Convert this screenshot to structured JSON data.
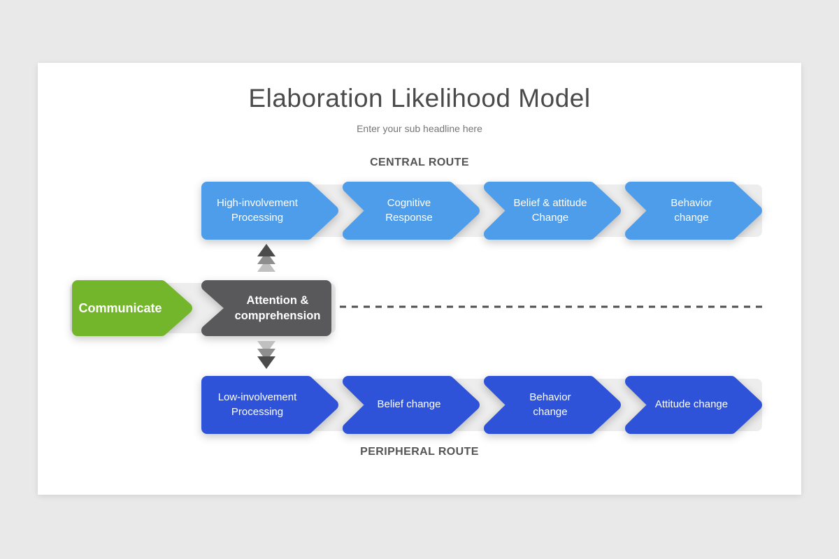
{
  "header": {
    "title": "Elaboration Likelihood Model",
    "subtitle": "Enter your sub headline here"
  },
  "input": {
    "label": "Communicate"
  },
  "gatekeeper": {
    "label": "Attention &\ncomprehension"
  },
  "central_route": {
    "label": "CENTRAL ROUTE",
    "steps": [
      "High-involvement\nProcessing",
      "Cognitive\nResponse",
      "Belief & attitude\nChange",
      "Behavior change"
    ]
  },
  "peripheral_route": {
    "label": "PERIPHERAL ROUTE",
    "steps": [
      "Low-involvement\nProcessing",
      "Belief change",
      "Behavior change",
      "Attitude change"
    ]
  },
  "colors": {
    "light_blue": "#4E9DEA",
    "dark_blue": "#2E53D9",
    "green": "#73B62B",
    "dark_gray": "#59595B",
    "band": "#EDEDED",
    "title_text": "#4A4A4A",
    "subtitle_text": "#757575",
    "route_label_text": "#545454",
    "dash": "#4F4F4F",
    "fade_dark": "#4B4B4B",
    "fade_mid": "#8E8E8E",
    "fade_light": "#C0C0C0"
  }
}
